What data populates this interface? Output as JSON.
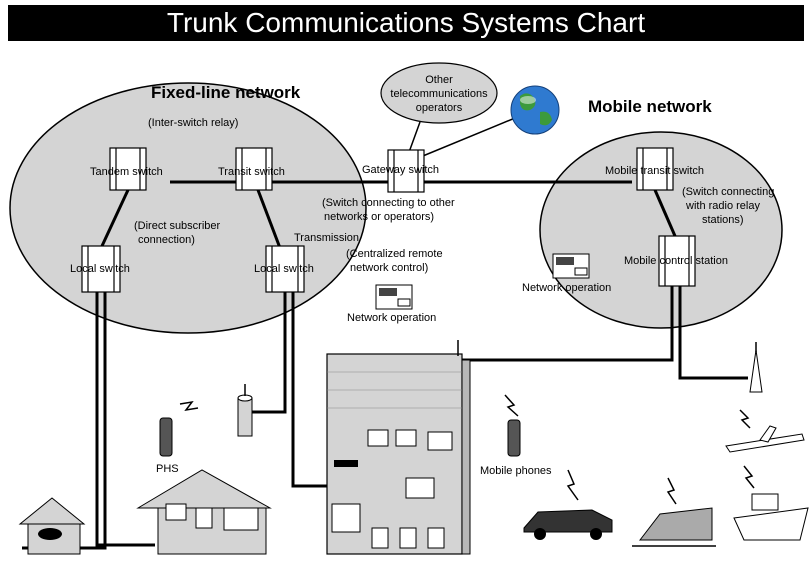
{
  "title": "Trunk Communications Systems Chart",
  "fixed_network": {
    "heading": "Fixed-line network",
    "inter_switch_relay": "(Inter-switch relay)",
    "tandem_switch": "Tandem switch",
    "transit_switch": "Transit switch",
    "gateway_switch": "Gateway switch",
    "gateway_note_1": "(Switch connecting to other",
    "gateway_note_2": "networks or operators)",
    "direct_subscriber_1": "(Direct subscriber",
    "direct_subscriber_2": "connection)",
    "transmission": "Transmission",
    "local_switch_left": "Local switch",
    "local_switch_right": "Local switch",
    "remote_control_1": "(Centralized remote",
    "remote_control_2": "network control)",
    "network_operation": "Network operation"
  },
  "other_operators": {
    "line1": "Other",
    "line2": "telecommunications",
    "line3": "operators"
  },
  "mobile_network": {
    "heading": "Mobile network",
    "mobile_transit_switch": "Mobile transit switch",
    "radio_note_1": "(Switch connecting",
    "radio_note_2": "with radio relay",
    "radio_note_3": "stations)",
    "mobile_control_station": "Mobile control station",
    "network_operation": "Network operation"
  },
  "endpoints": {
    "phs": "PHS",
    "mobile_phones": "Mobile phones"
  }
}
